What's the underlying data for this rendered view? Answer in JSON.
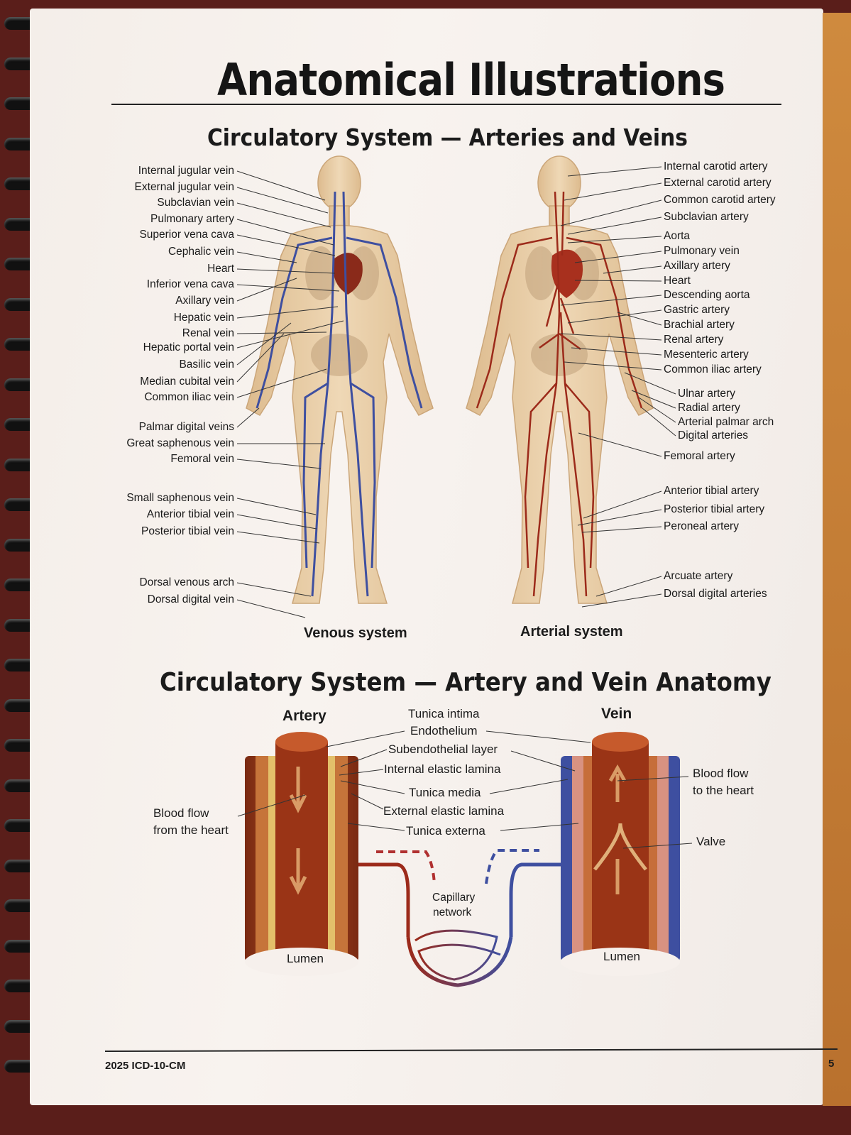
{
  "header": {
    "title": "Anatomical Illustrations",
    "section1_title": "Circulatory System — Arteries and Veins",
    "section2_title": "Circulatory System — Artery and Vein Anatomy"
  },
  "venous": {
    "caption": "Venous system",
    "labels": [
      "Internal jugular vein",
      "External jugular vein",
      "Subclavian vein",
      "Pulmonary artery",
      "Superior vena cava",
      "Cephalic vein",
      "Heart",
      "Inferior vena cava",
      "Axillary vein",
      "Hepatic vein",
      "Renal vein",
      "Hepatic portal vein",
      "Basilic vein",
      "Median cubital vein",
      "Common iliac vein",
      "Palmar digital veins",
      "Great saphenous vein",
      "Femoral vein",
      "Small saphenous vein",
      "Anterior tibial vein",
      "Posterior tibial vein",
      "Dorsal venous arch",
      "Dorsal digital vein"
    ]
  },
  "arterial": {
    "caption": "Arterial system",
    "labels": [
      "Internal carotid artery",
      "External carotid artery",
      "Common carotid artery",
      "Subclavian artery",
      "Aorta",
      "Pulmonary vein",
      "Axillary artery",
      "Heart",
      "Descending aorta",
      "Gastric artery",
      "Brachial artery",
      "Renal artery",
      "Mesenteric artery",
      "Common iliac artery",
      "Ulnar artery",
      "Radial artery",
      "Arterial palmar arch",
      "Digital arteries",
      "Femoral artery",
      "Anterior tibial artery",
      "Posterior tibial artery",
      "Peroneal artery",
      "Arcuate artery",
      "Dorsal digital arteries"
    ]
  },
  "anatomy": {
    "artery_heading": "Artery",
    "vein_heading": "Vein",
    "layers": [
      "Tunica intima",
      "Endothelium",
      "Subendothelial layer",
      "Internal elastic lamina",
      "Tunica media",
      "External elastic lamina",
      "Tunica externa"
    ],
    "blood_from_heart_1": "Blood flow",
    "blood_from_heart_2": "from the heart",
    "blood_to_heart_1": "Blood flow",
    "blood_to_heart_2": "to the heart",
    "valve": "Valve",
    "capillary_1": "Capillary",
    "capillary_2": "network",
    "lumen_artery": "Lumen",
    "lumen_vein": "Lumen"
  },
  "footer": {
    "left": "2025 ICD-10-CM",
    "page_number": "5"
  },
  "colors": {
    "vein_blue": "#3e4fa0",
    "artery_red": "#9c2a1a",
    "body_tan": "#e6c79c"
  }
}
